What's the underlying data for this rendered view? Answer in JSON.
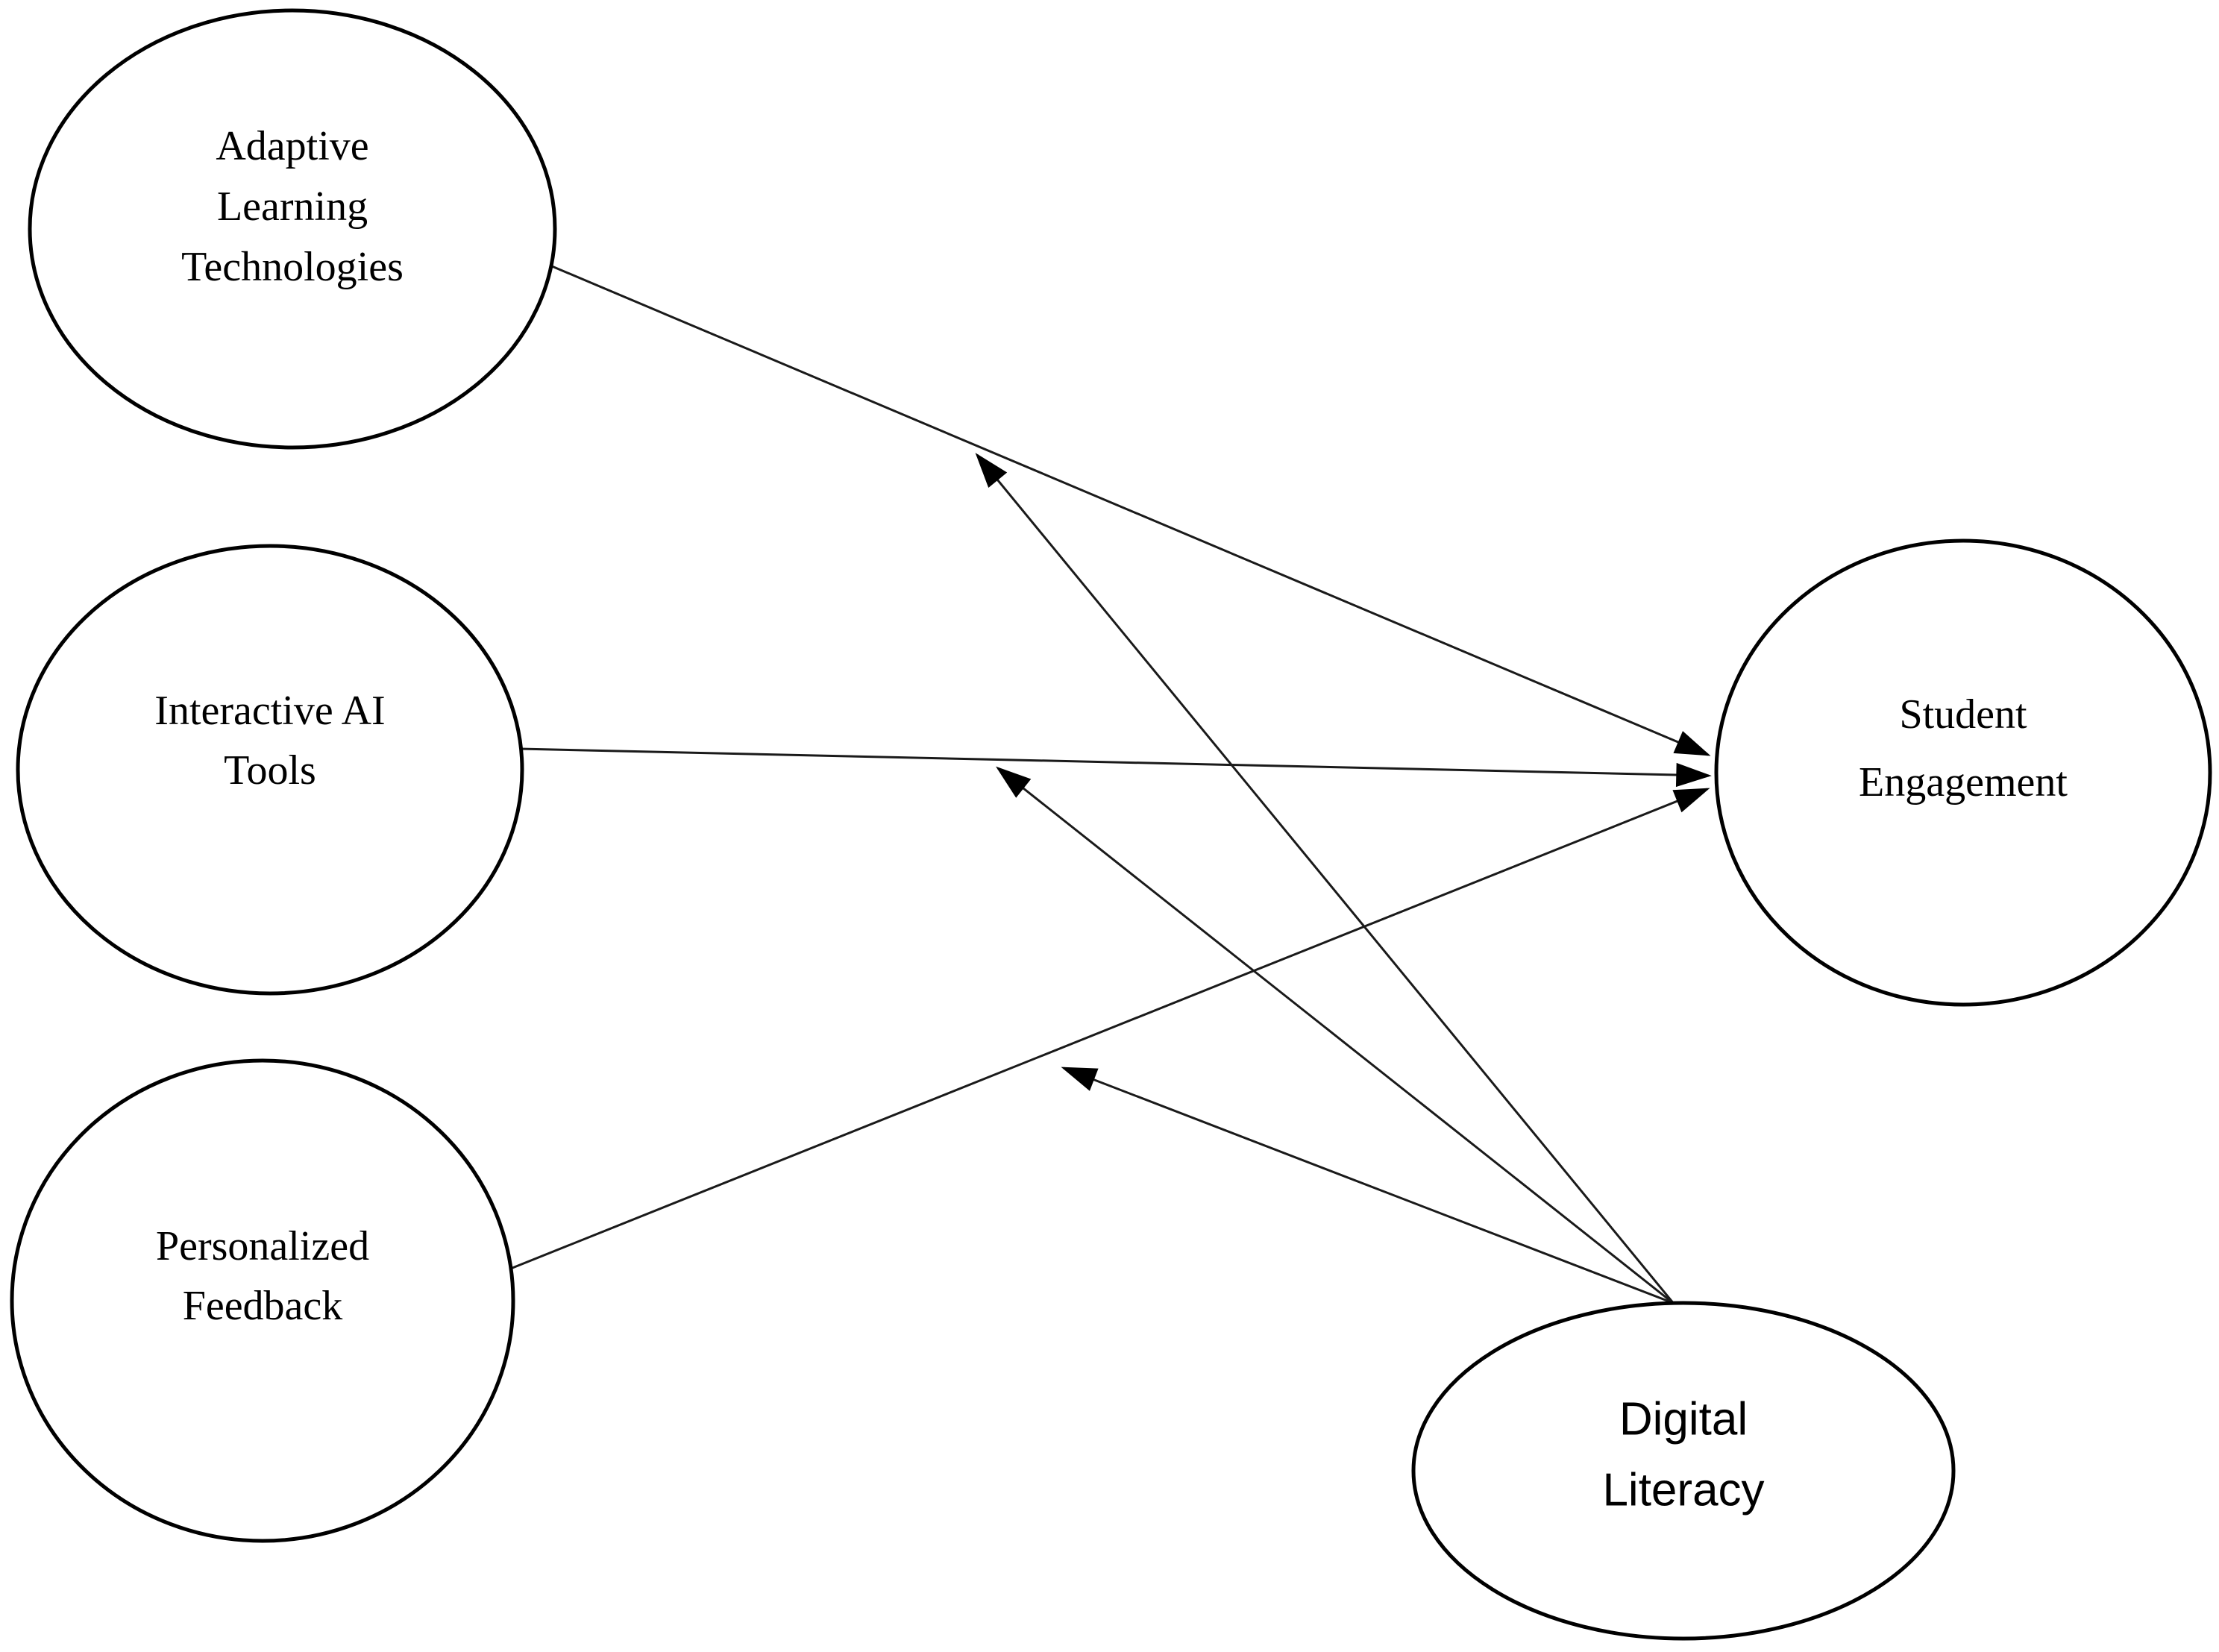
{
  "figure": {
    "type": "path-diagram",
    "background_color": "#ffffff",
    "stroke_color": "#000000",
    "nodes": [
      {
        "id": "adaptive-learning-technologies",
        "shape": "ellipse",
        "label": "Adaptive Learning Technologies",
        "lines": [
          "Adaptive",
          "Learning",
          "Technologies"
        ]
      },
      {
        "id": "interactive-ai-tools",
        "shape": "ellipse",
        "label": "Interactive AI Tools",
        "lines": [
          "Interactive AI",
          "Tools"
        ]
      },
      {
        "id": "personalized-feedback",
        "shape": "ellipse",
        "label": "Personalized Feedback",
        "lines": [
          "Personalized",
          "Feedback"
        ]
      },
      {
        "id": "student-engagement",
        "shape": "ellipse",
        "label": "Student Engagement",
        "lines": [
          "Student",
          "Engagement"
        ]
      },
      {
        "id": "digital-literacy",
        "shape": "ellipse",
        "label": "Digital Literacy",
        "lines": [
          "Digital",
          "Literacy"
        ]
      }
    ],
    "edges": [
      {
        "from": "adaptive-learning-technologies",
        "to": "student-engagement",
        "kind": "direct-effect",
        "arrowhead": "solid-triangle"
      },
      {
        "from": "interactive-ai-tools",
        "to": "student-engagement",
        "kind": "direct-effect",
        "arrowhead": "solid-triangle"
      },
      {
        "from": "personalized-feedback",
        "to": "student-engagement",
        "kind": "direct-effect",
        "arrowhead": "solid-triangle"
      },
      {
        "from": "digital-literacy",
        "to": "path adaptive-learning-technologies → student-engagement",
        "kind": "moderation",
        "arrowhead": "solid-triangle"
      },
      {
        "from": "digital-literacy",
        "to": "path interactive-ai-tools → student-engagement",
        "kind": "moderation",
        "arrowhead": "solid-triangle"
      },
      {
        "from": "digital-literacy",
        "to": "path personalized-feedback → student-engagement",
        "kind": "moderation",
        "arrowhead": "solid-triangle"
      }
    ]
  }
}
